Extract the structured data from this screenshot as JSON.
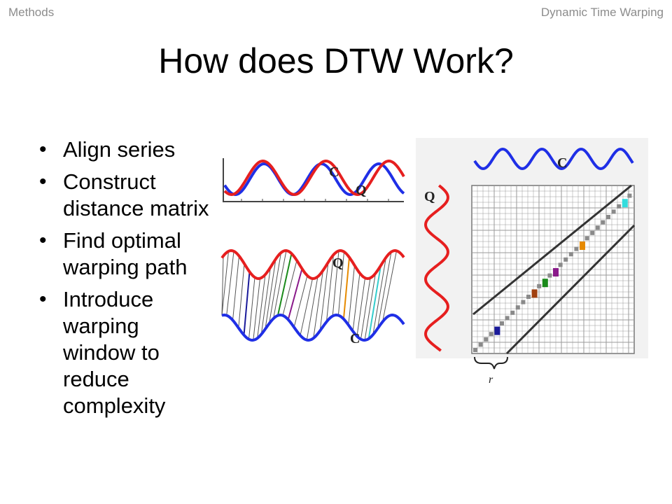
{
  "header": {
    "left": "Methods",
    "right": "Dynamic Time Warping"
  },
  "title": "How does DTW Work?",
  "bullets": [
    "Align series",
    "Construct distance matrix",
    "Find optimal warping path",
    "Introduce warping window to reduce complexity"
  ],
  "figure": {
    "label_c": "C",
    "label_q": "Q",
    "label_r": "r"
  },
  "colors": {
    "series_c": "#1f2fe6",
    "series_q": "#e61f1f",
    "grid": "#9a9a9a",
    "path": "#8a8a8a",
    "window": "#333333"
  }
}
